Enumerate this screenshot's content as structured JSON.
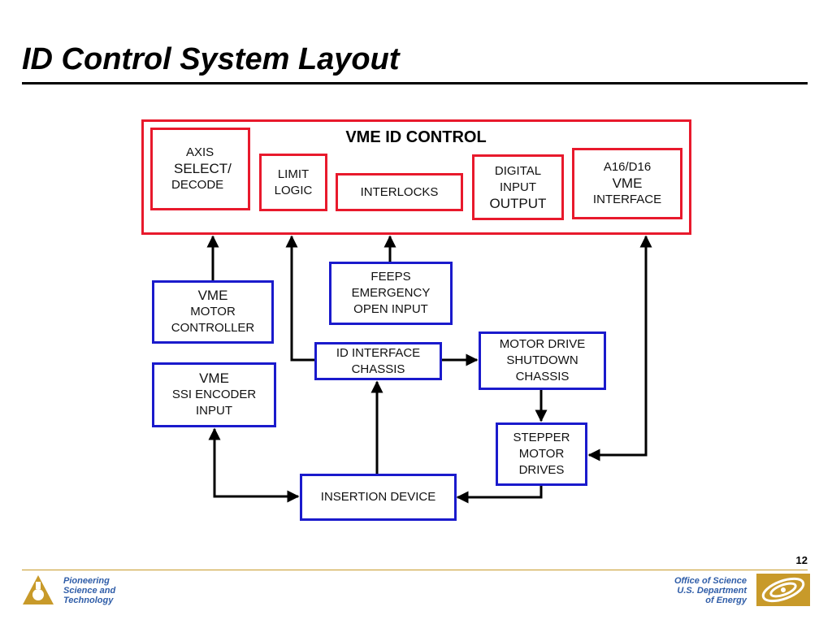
{
  "slide": {
    "title": "ID Control System Layout",
    "page_number": "12"
  },
  "diagram": {
    "container_label": "VME ID CONTROL",
    "blocks": {
      "axis_select": [
        "AXIS",
        "SELECT/",
        "DECODE"
      ],
      "limit_logic": [
        "LIMIT",
        "LOGIC"
      ],
      "interlocks": [
        "INTERLOCKS"
      ],
      "digital_io": [
        "DIGITAL",
        "INPUT",
        "OUTPUT"
      ],
      "vme_interface": [
        "A16/D16",
        "VME",
        "INTERFACE"
      ],
      "feeps": [
        "FEEPS",
        "EMERGENCY",
        "OPEN INPUT"
      ],
      "vme_motor": [
        "VME",
        "MOTOR",
        "CONTROLLER"
      ],
      "id_interface": [
        "ID INTERFACE",
        "CHASSIS"
      ],
      "motor_shutdown": [
        "MOTOR DRIVE",
        "SHUTDOWN",
        "CHASSIS"
      ],
      "vme_ssi": [
        "VME",
        "SSI ENCODER",
        "INPUT"
      ],
      "stepper": [
        "STEPPER",
        "MOTOR",
        "DRIVES"
      ],
      "insertion": [
        "INSERTION DEVICE"
      ]
    },
    "colors": {
      "vme_blocks": "#e8192c",
      "field_blocks": "#1a1acc",
      "arrows": "#000000"
    }
  },
  "footer": {
    "tagline": [
      "Pioneering",
      "Science and",
      "Technology"
    ],
    "office": [
      "Office of Science",
      "U.S. Department",
      "of Energy"
    ],
    "accent_color": "#c89a2a",
    "text_color": "#2f5da8",
    "left_logo": "argonne-logo-icon",
    "right_logo": "doe-office-of-science-logo-icon"
  }
}
